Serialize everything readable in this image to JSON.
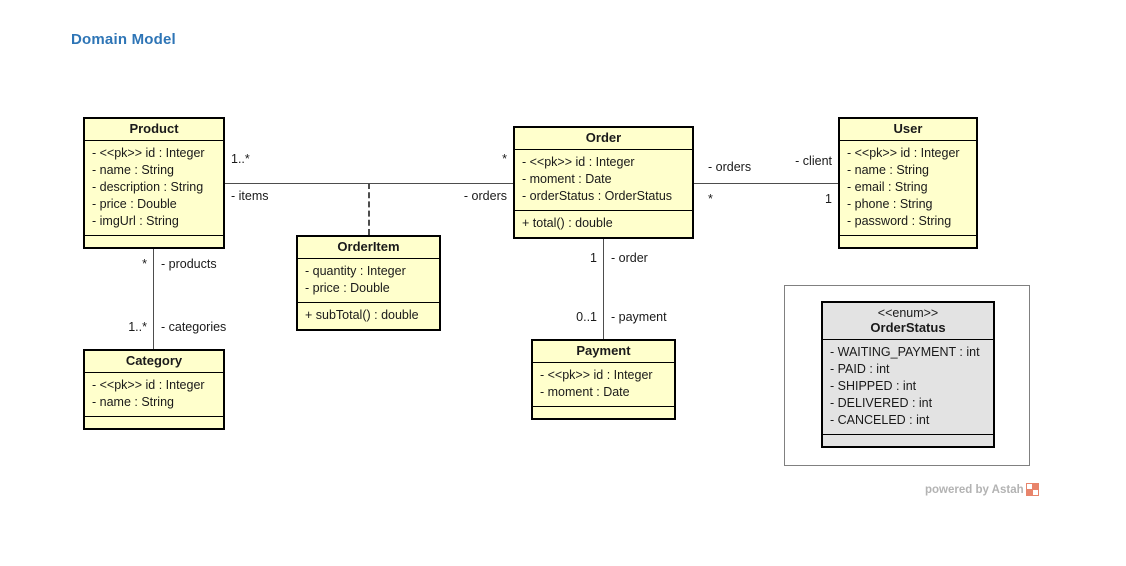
{
  "title": "Domain Model",
  "classes": {
    "product": {
      "name": "Product",
      "attributes": [
        "- <<pk>> id : Integer",
        "- name : String",
        "- description : String",
        "- price : Double",
        "- imgUrl : String"
      ],
      "operations": []
    },
    "category": {
      "name": "Category",
      "attributes": [
        "- <<pk>> id : Integer",
        "- name : String"
      ],
      "operations": []
    },
    "orderitem": {
      "name": "OrderItem",
      "attributes": [
        "- quantity : Integer",
        "- price : Double"
      ],
      "operations": [
        "+ subTotal() : double"
      ]
    },
    "order": {
      "name": "Order",
      "attributes": [
        "- <<pk>> id : Integer",
        "- moment : Date",
        "- orderStatus : OrderStatus"
      ],
      "operations": [
        "+ total() : double"
      ]
    },
    "payment": {
      "name": "Payment",
      "attributes": [
        "- <<pk>> id : Integer",
        "- moment : Date"
      ],
      "operations": []
    },
    "user": {
      "name": "User",
      "attributes": [
        "- <<pk>> id : Integer",
        "- name : String",
        "- email : String",
        "- phone : String",
        "- password : String"
      ],
      "operations": []
    },
    "orderstatus": {
      "stereotype": "<<enum>>",
      "name": "OrderStatus",
      "attributes": [
        "- WAITING_PAYMENT : int",
        "- PAID : int",
        "- SHIPPED : int",
        "- DELIVERED : int",
        "- CANCELED : int"
      ],
      "operations": []
    }
  },
  "associations": {
    "product_order": {
      "source_multiplicity": "1..*",
      "source_role": "- items",
      "target_multiplicity": "*",
      "target_role": "- orders"
    },
    "order_user": {
      "source_role": "- orders",
      "source_multiplicity": "*",
      "target_role": "- client",
      "target_multiplicity": "1"
    },
    "product_category": {
      "source_multiplicity": "*",
      "source_role": "- products",
      "target_multiplicity": "1..*",
      "target_role": "- categories"
    },
    "order_payment": {
      "source_multiplicity": "1",
      "source_role": "- order",
      "target_multiplicity": "0..1",
      "target_role": "- payment"
    }
  },
  "footer": {
    "powered_by": "powered by Astah"
  },
  "colors": {
    "title": "#2e75b6",
    "class_fill": "#ffffcc",
    "enum_fill": "#e3e3e3",
    "border": "#000000",
    "connector": "#4d4d4d",
    "watermark": "#b3b3b3",
    "astah_logo": "#e8846b"
  }
}
